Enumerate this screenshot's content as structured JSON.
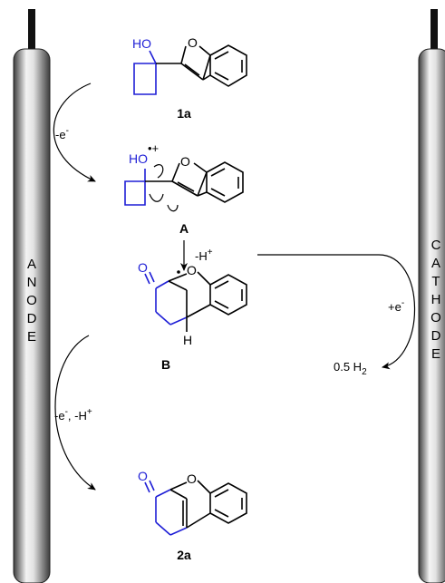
{
  "anode": {
    "label": "ANODE",
    "letters": [
      "A",
      "N",
      "O",
      "D",
      "E"
    ]
  },
  "cathode": {
    "label": "CATHODE",
    "letters": [
      "C",
      "A",
      "T",
      "H",
      "O",
      "D",
      "E"
    ]
  },
  "compounds": {
    "c1a": {
      "label": "1a"
    },
    "cA": {
      "label": "A"
    },
    "cB": {
      "label": "B"
    },
    "c2a": {
      "label": "2a"
    }
  },
  "atoms": {
    "ho": "HO",
    "o": "O",
    "h": "H"
  },
  "steps": {
    "ox1": {
      "main": "-e",
      "sup": "-"
    },
    "deprot": {
      "main": "-H",
      "sup": "+"
    },
    "ox2": {
      "main1": "-e",
      "sup1": "-",
      "main2": ", -H",
      "sup2": "+"
    },
    "red": {
      "main": "+e",
      "sup": "-"
    },
    "h2": {
      "main": "0.5 H",
      "sub": "2"
    },
    "radcation": {
      "sup": "•+"
    }
  },
  "colors": {
    "blue": "#1f1fd6",
    "electrode_dark": "#3a3a3a",
    "electrode_light": "#f2f2f2"
  }
}
